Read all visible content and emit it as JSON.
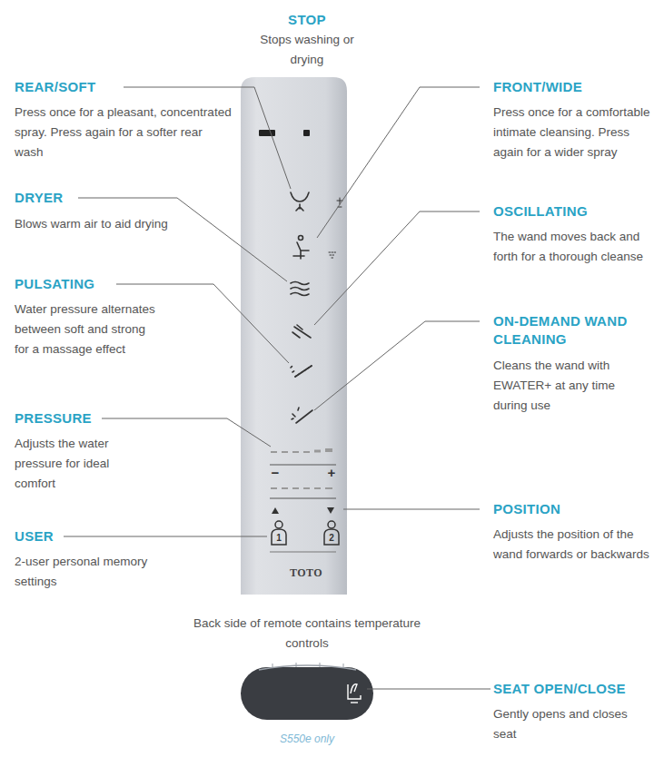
{
  "diagram": {
    "caption": "S550e only",
    "labels": [
      "STOP",
      "Stops washing or drying",
      "REAR/SOFT",
      "Press once for a pleasant, concentrated spray. Press again for a softer rear wash",
      "DRYER",
      "Blows warm air to aid drying",
      "PULSATING",
      "Water pressure alternates between soft and strong for a massage effect",
      "PRESSURE",
      "Adjusts the water pressure for ideal comfort",
      "USER",
      "2-user personal memory settings",
      "FRONT/WIDE",
      "Press once for a comfortable intimate cleansing. Press again for a wider spray",
      "OSCILLATING",
      "The wand moves back and forth for a thorough cleanse",
      "ON-DEMAND WAND CLEANING",
      "Cleans the wand with EWATER+ at any time during use",
      "POSITION",
      "Adjusts the position of the wand forwards or backwards",
      "SEAT OPEN/CLOSE",
      "Gently opens and closes seat",
      "Back side of remote contains temperature controls",
      "TOTO",
      "−",
      "+",
      "1",
      "2"
    ]
  }
}
